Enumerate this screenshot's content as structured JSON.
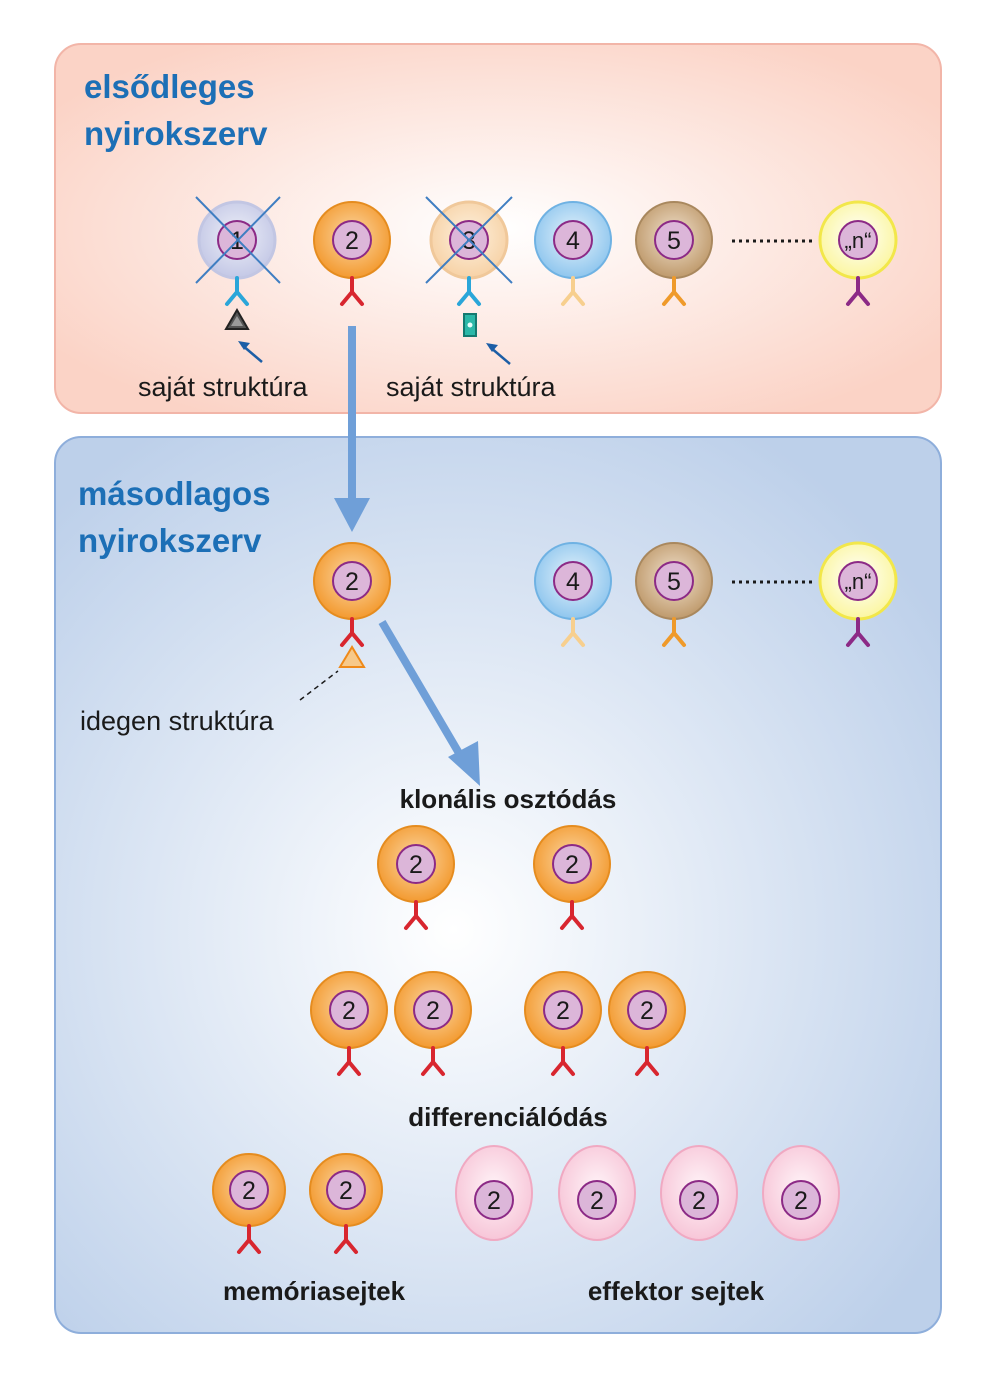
{
  "primary_organ": {
    "title_line1": "elsődleges",
    "title_line2": "nyirokszerv",
    "cell_labels": [
      "1",
      "2",
      "3",
      "4",
      "5",
      "„n“"
    ],
    "self_structure_label_1": "saját struktúra",
    "self_structure_label_2": "saját struktúra"
  },
  "secondary_organ": {
    "title_line1": "másodlagos",
    "title_line2": "nyirokszerv",
    "cell_labels": [
      "2",
      "4",
      "5",
      "„n“"
    ],
    "foreign_structure_label": "idegen struktúra",
    "clonal_division_label": "klonális osztódás",
    "clonal_cells": [
      "2",
      "2"
    ],
    "second_division_cells": [
      "2",
      "2",
      "2",
      "2"
    ],
    "differentiation_label": "differenciálódás",
    "memory_cells": [
      "2",
      "2"
    ],
    "effector_cells": [
      "2",
      "2",
      "2",
      "2"
    ],
    "memory_label": "memóriasejtek",
    "effector_label": "effektor sejtek"
  },
  "colors": {
    "primary_bg": "#fde3da",
    "secondary_bg": "#d6e1f1",
    "title": "#1c6fb6",
    "arrow": "#6f9fd8",
    "orange_cell": "#f6a23f",
    "blue_cell": "#a7d3f2",
    "brown_cell": "#c9a77f",
    "yellow_cell": "#fdfbc8",
    "effector_cell": "#fbd7e3",
    "nucleus": "#dcb6d9",
    "receptor_red": "#d8262f",
    "receptor_blue": "#2aa6d9",
    "receptor_light_orange": "#f7cf8e",
    "receptor_orange": "#ef9a2a",
    "receptor_purple": "#8c2a86"
  }
}
